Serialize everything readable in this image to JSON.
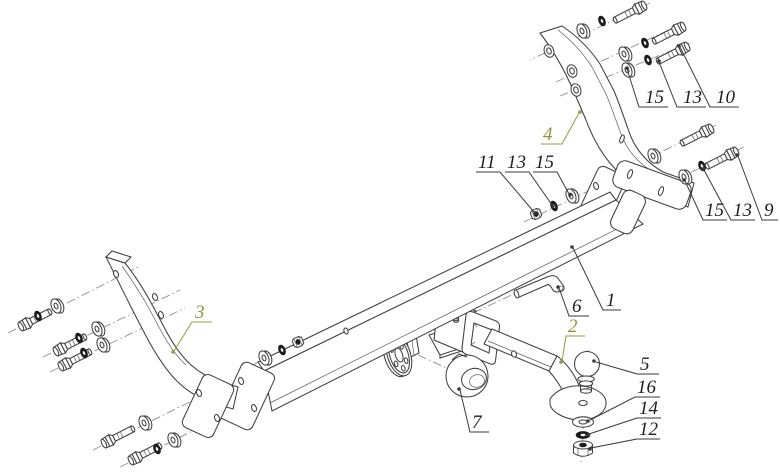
{
  "diagram": {
    "type": "exploded-parts-diagram",
    "subject": "trailer tow-bar hitch assembly",
    "colors": {
      "line": "#3f3f3f",
      "accent": "#96993f",
      "background": "#ffffff"
    },
    "callouts": [
      {
        "id": "15-top",
        "text": "15"
      },
      {
        "id": "13-top",
        "text": "13"
      },
      {
        "id": "10",
        "text": "10"
      },
      {
        "id": "4",
        "text": "4",
        "accent": true
      },
      {
        "id": "11",
        "text": "11"
      },
      {
        "id": "13-mid",
        "text": "13"
      },
      {
        "id": "15-mid",
        "text": "15"
      },
      {
        "id": "15-right",
        "text": "15"
      },
      {
        "id": "13-right",
        "text": "13"
      },
      {
        "id": "9",
        "text": "9"
      },
      {
        "id": "3",
        "text": "3",
        "accent": true
      },
      {
        "id": "6",
        "text": "6"
      },
      {
        "id": "1",
        "text": "1"
      },
      {
        "id": "2",
        "text": "2",
        "accent": true
      },
      {
        "id": "5",
        "text": "5"
      },
      {
        "id": "16",
        "text": "16"
      },
      {
        "id": "14",
        "text": "14"
      },
      {
        "id": "12",
        "text": "12"
      },
      {
        "id": "7",
        "text": "7"
      }
    ]
  }
}
